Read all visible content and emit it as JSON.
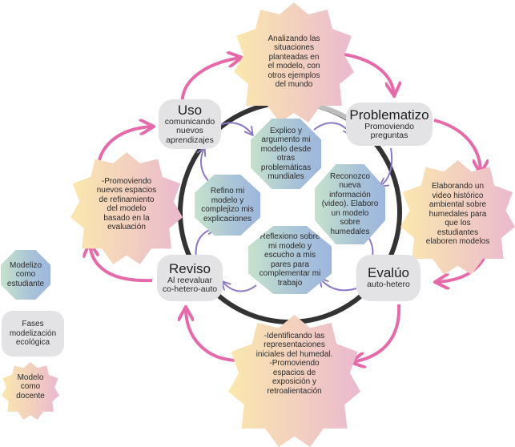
{
  "colors": {
    "cycle_arrow": "#e56aa9",
    "inner_arrow": "#8d78c6",
    "ring_dark": "#333333",
    "ring_light": "#bdbdbd",
    "phase_fill": "#e3e3e5",
    "student_grad_start": "#c6e2cc",
    "student_grad_end": "#9db6de",
    "teacher_grad_start": "#fbe8ad",
    "teacher_grad_end": "#eab9cf"
  },
  "phases": {
    "uso": {
      "title": "Uso",
      "subtitle": "comunicando\nnuevos\naprendizajes"
    },
    "problematizo": {
      "title": "Problematizo",
      "subtitle": "Promoviendo\npreguntas"
    },
    "evaluo": {
      "title": "Evalúo",
      "subtitle": "auto-hetero"
    },
    "reviso": {
      "title": "Reviso",
      "subtitle": "Al reevaluar\nco-hetero-auto"
    }
  },
  "student_nodes": {
    "explico": "Explico y\nargumento mi\nmodelo desde\notras\nproblemáticas\nmundiales",
    "reconozco": "Reconozco\nnueva\ninformación\n(video). Elaboro\nun modelo\nsobre\nhumedales",
    "reflexiono": "Reflexiono sobre\nmi modelo y\nescucho a mis\npares para\ncomplementar mi\ntrabajo",
    "refino": "Refino mi\nmodelo y\ncomplejizo mis\nexplicaciones"
  },
  "teacher_nodes": {
    "analizando": "Analizando las\nsituaciones\nplanteadas en\nel modelo, con\notros ejemplos\ndel mundo",
    "elaborando": "Elaborando un\nvideo histórico\nambiental sobre\nhumedales para\nque los\nestudiantes\nelaboren modelos",
    "identificando": "-Identificando las\nrepresentaciones\niniciales del humedal.\n-Promoviendo\nespacios de\nexposición y\nretroalientación",
    "promoviendo": "-Promoviendo\nnuevos espacios\nde refinamiento\ndel modelo\nbasado en la\nevaluación"
  },
  "legend": {
    "student": "Modelizo\ncomo\nestudiante",
    "phase": "Fases\nmodelización\necológica",
    "teacher": "Modelo\ncomo\ndocente"
  }
}
